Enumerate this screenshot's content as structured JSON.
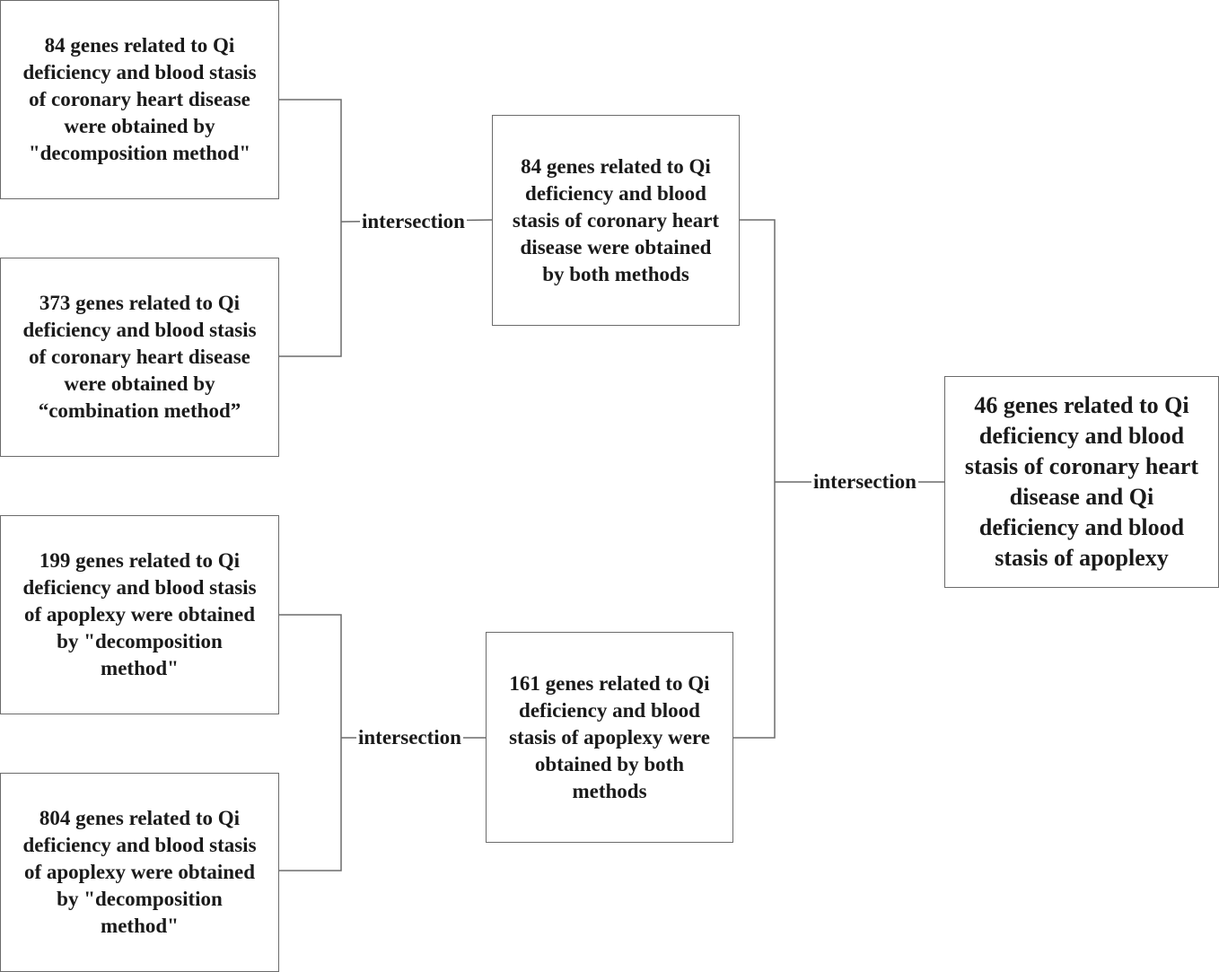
{
  "boxes": {
    "chd_decomposition": "84 genes related to Qi\ndeficiency and blood stasis\nof coronary heart disease\nwere obtained by\n\"decomposition method\"",
    "chd_combination": "373 genes related to Qi\ndeficiency and blood stasis\nof coronary heart disease\nwere obtained by\n“combination method”",
    "apoplexy_decomposition_1": "199 genes related to Qi\ndeficiency and blood stasis\nof apoplexy were obtained\nby \"decomposition\nmethod\"",
    "apoplexy_decomposition_2": "804 genes related to Qi\ndeficiency and blood stasis\nof apoplexy were obtained\nby \"decomposition\nmethod\"",
    "chd_both": "84 genes related to Qi\ndeficiency and blood\nstasis of coronary heart\ndisease were obtained\nby both methods",
    "apoplexy_both": "161 genes related to Qi\ndeficiency and blood\nstasis of apoplexy were\nobtained by both\nmethods",
    "final": "46 genes related to Qi\ndeficiency and blood\nstasis of coronary heart\ndisease and Qi\ndeficiency and blood\nstasis of apoplexy"
  },
  "connectors": {
    "intersection_top": "intersection",
    "intersection_bottom": "intersection",
    "intersection_final": "intersection"
  },
  "colors": {
    "line": "#6b6b6b",
    "text": "#1a1a1a"
  }
}
